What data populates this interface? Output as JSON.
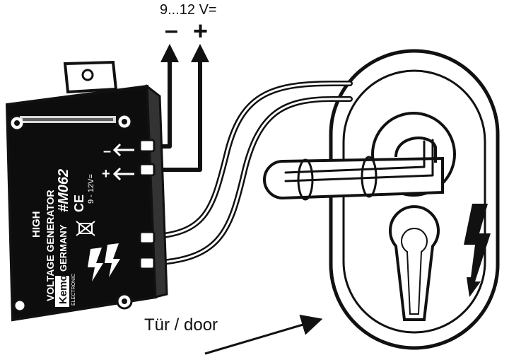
{
  "supply": {
    "voltage_label": "9...12 V=",
    "minus": "–",
    "plus": "+"
  },
  "module": {
    "line1": "HIGH",
    "line2": "VOLTAGE GENERATOR",
    "brand": "Kemo",
    "made_in": "GERMANY",
    "model": "#M062",
    "sub_brand": "ELECTRONIC",
    "mark_ce": "CE",
    "input_label": "9 - 12V=",
    "pin_minus": "–",
    "pin_plus": "+"
  },
  "door": {
    "label": "Tür / door"
  },
  "colors": {
    "ink": "#111111",
    "paper": "#ffffff"
  },
  "icons": [
    "high-voltage-bolt-icon",
    "waste-bin-crossed-icon",
    "screw-hole-icon",
    "arrow-icon"
  ]
}
